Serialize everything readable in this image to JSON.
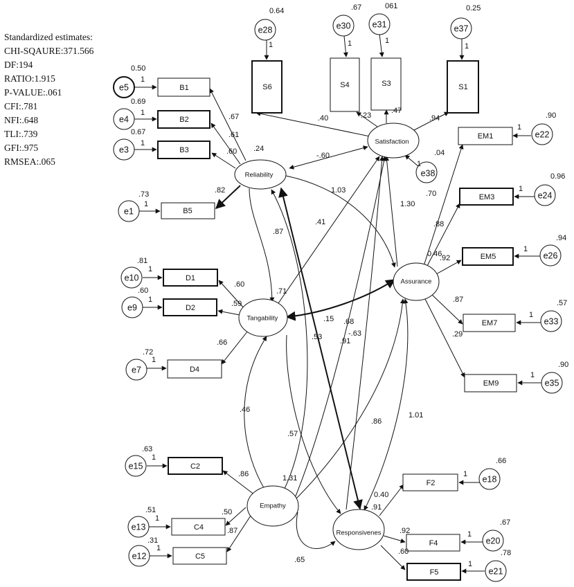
{
  "stats": {
    "title": "Standardized estimates:",
    "lines": [
      "CHI-SQAURE:371.566",
      "DF:194",
      "RATIO:1.915",
      "P-VALUE:.061",
      "CFI:.781",
      "NFI:.648",
      "TLI:.739",
      "GFI:.975",
      "RMSEA:.065"
    ]
  },
  "factors": {
    "reliability": "Reliability",
    "satisfaction": "Satisfaction",
    "tangability": "Tangability",
    "assurance": "Assurance",
    "empathy": "Empathy",
    "responsiveness": "Responsivenes"
  },
  "indicators": {
    "B1": "B1",
    "B2": "B2",
    "B3": "B3",
    "B5": "B5",
    "D1": "D1",
    "D2": "D2",
    "D4": "D4",
    "C2": "C2",
    "C4": "C4",
    "C5": "C5",
    "S6": "S6",
    "S4": "S4",
    "S3": "S3",
    "S1": "S1",
    "EM1": "EM1",
    "EM3": "EM3",
    "EM5": "EM5",
    "EM7": "EM7",
    "EM9": "EM9",
    "F2": "F2",
    "F4": "F4",
    "F5": "F5"
  },
  "errors": {
    "e5": "e5",
    "e4": "e4",
    "e3": "e3",
    "e1": "e1",
    "e10": "e10",
    "e9": "e9",
    "e7": "e7",
    "e15": "e15",
    "e13": "e13",
    "e12": "e12",
    "e28": "e28",
    "e30": "e30",
    "e31": "e31",
    "e37": "e37",
    "e38": "e38",
    "e22": "e22",
    "e24": "e24",
    "e26": "e26",
    "e33": "e33",
    "e35": "e35",
    "e18": "e18",
    "e20": "e20",
    "e21": "e21"
  },
  "estimates": {
    "e5_var": "0.50",
    "e4_var": "0.69",
    "e3_var": "0.67",
    "e1_var": ".73",
    "e10_var": ".81",
    "e9_var": ".60",
    "e7_var": ".72",
    "e15_var": ".63",
    "e13_var": ".51",
    "e12_var": ".31",
    "e28_var": "0.64",
    "e30_var": ".67",
    "e31_var": "061",
    "e37_var": "0.25",
    "e22_var": ".90",
    "e24_var": "0.96",
    "e26_var": ".94",
    "e33_var": ".57",
    "e35_var": ".90",
    "e18_var": ".66",
    "e20_var": ".67",
    "e21_var": ".78",
    "one": "1",
    "rel_b1": ".67",
    "rel_b2": ".61",
    "rel_b3": ".60",
    "rel_b5": ".82",
    "rel_r2": ".24",
    "tan_d1": ".60",
    "tan_d2": ".59",
    "tan_d4": ".66",
    "tan_r2": ".71",
    "emp_c2": ".86",
    "emp_c4": ".50",
    "emp_c5": ".87",
    "sat_s6": ".40",
    "sat_s4": ".23",
    "sat_s3": ".47",
    "sat_s1": ".94",
    "sat_r2": ".70",
    "ass_em1": ".04",
    "ass_em3": ".88",
    "ass_em5": ".92",
    "ass_em5b": "0.46",
    "ass_em7": ".87",
    "ass_em9": ".29",
    "res_f2": "0.40",
    "res_f4": ".92",
    "res_f5": ".60",
    "res_r2": ".91",
    "rel_sat": "-.60",
    "rel_tan": ".87",
    "rel_res_a": "1.03",
    "tan_sat": ".41",
    "ass_sat": "1.30",
    "tan_ass": ".15",
    "res_sat": ".68",
    "emp_sat": ".91",
    "emp_res_b": "-.63",
    "rel_emp": ".53",
    "tan_emp": ".46",
    "tan_res": ".57",
    "emp_ass": ".86",
    "res_ass": "1.01",
    "emp_rel": "1.31",
    "emp_res": ".65"
  }
}
